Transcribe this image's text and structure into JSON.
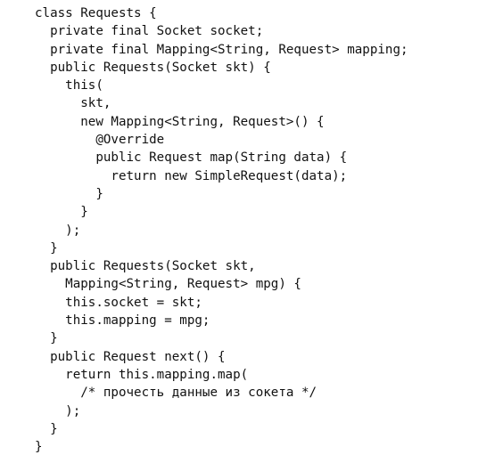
{
  "code": {
    "lines": [
      "class Requests {",
      "  private final Socket socket;",
      "  private final Mapping<String, Request> mapping;",
      "  public Requests(Socket skt) {",
      "    this(",
      "      skt,",
      "      new Mapping<String, Request>() {",
      "        @Override",
      "        public Request map(String data) {",
      "          return new SimpleRequest(data);",
      "        }",
      "      }",
      "    );",
      "  }",
      "  public Requests(Socket skt,",
      "    Mapping<String, Request> mpg) {",
      "    this.socket = skt;",
      "    this.mapping = mpg;",
      "  }",
      "  public Request next() {",
      "    return this.mapping.map(",
      "      /* прочесть данные из сокета */",
      "    );",
      "  }",
      "}"
    ]
  }
}
